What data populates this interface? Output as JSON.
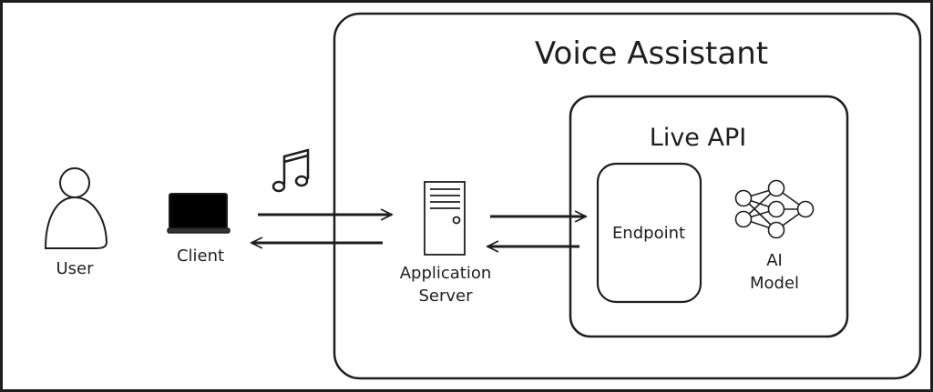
{
  "diagram": {
    "title": "Voice Assistant",
    "inner_group_title": "Live API",
    "nodes": {
      "user": {
        "label": "User",
        "icon": "person-icon"
      },
      "client": {
        "label": "Client",
        "icon": "laptop-icon"
      },
      "app_server": {
        "label_line1": "Application",
        "label_line2": "Server",
        "icon": "server-icon"
      },
      "endpoint": {
        "label": "Endpoint"
      },
      "ai_model": {
        "label_line1": "AI",
        "label_line2": "Model",
        "icon": "neural-network-icon"
      }
    },
    "audio_icon": "music-note-icon",
    "edges": [
      {
        "from": "Client",
        "to": "Application Server"
      },
      {
        "from": "Application Server",
        "to": "Client"
      },
      {
        "from": "Application Server",
        "to": "Endpoint"
      },
      {
        "from": "Endpoint",
        "to": "Application Server"
      }
    ],
    "stroke_color": "#1e1e1e",
    "background_color": "#ffffff"
  }
}
